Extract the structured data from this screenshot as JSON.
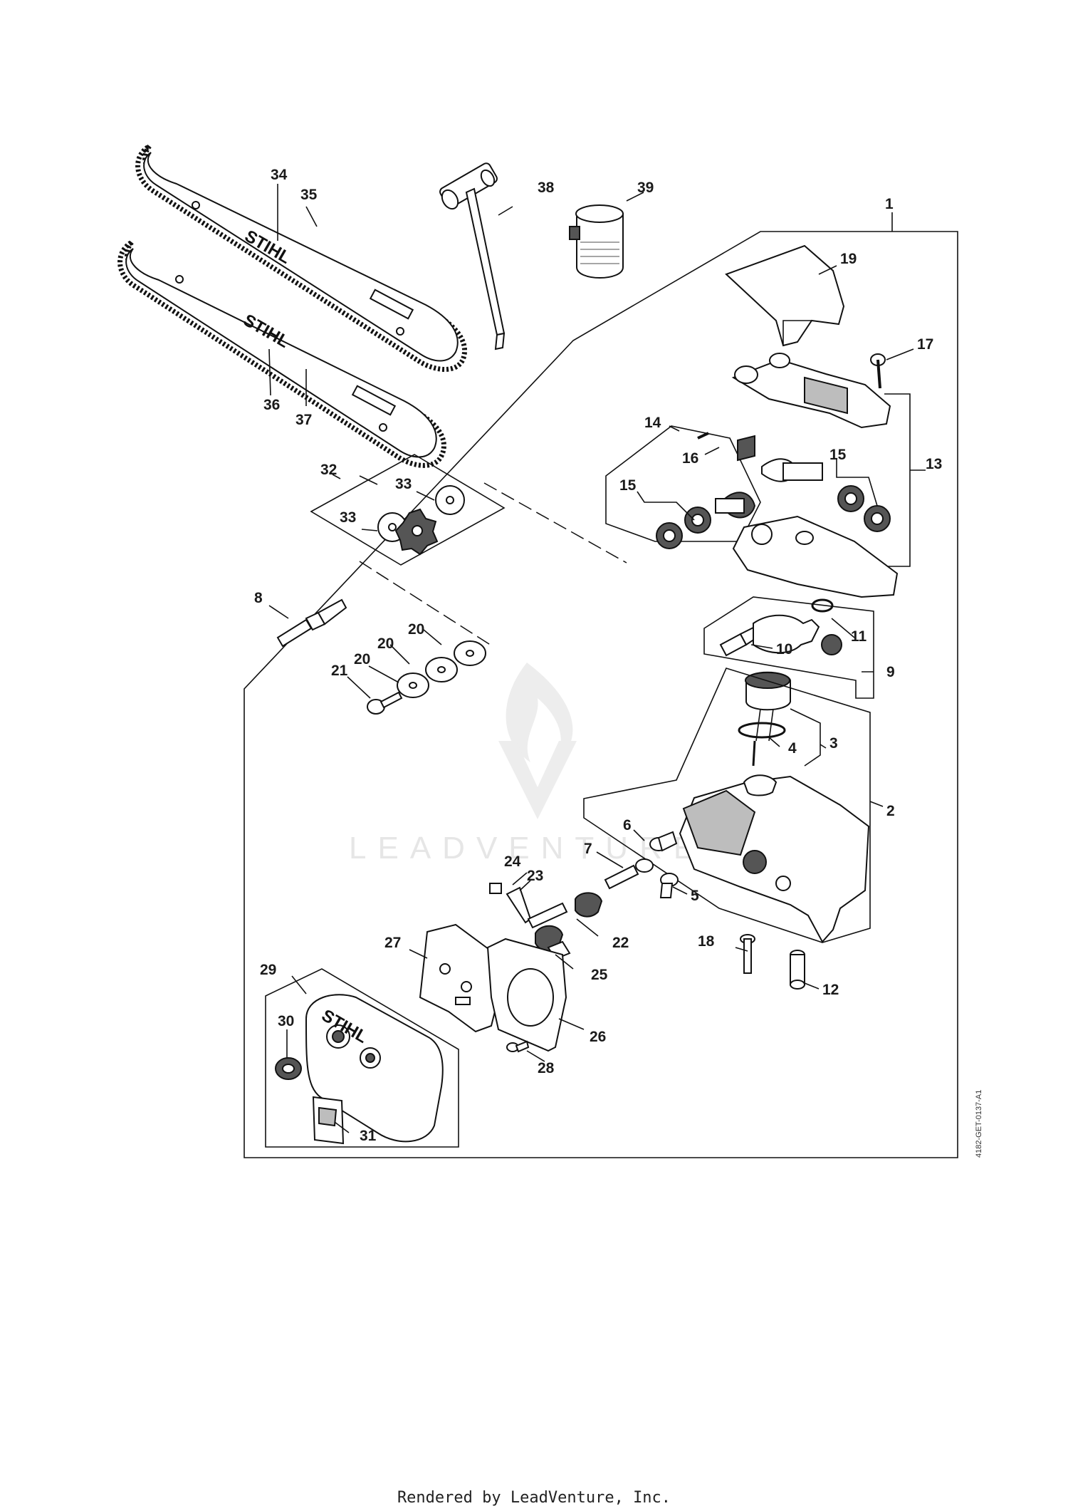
{
  "diagram": {
    "callouts": {
      "c1": "1",
      "c2": "2",
      "c3": "3",
      "c4": "4",
      "c5": "5",
      "c6": "6",
      "c7": "7",
      "c8": "8",
      "c9": "9",
      "c10": "10",
      "c11": "11",
      "c12": "12",
      "c13": "13",
      "c14": "14",
      "c15a": "15",
      "c15b": "15",
      "c16": "16",
      "c17": "17",
      "c18": "18",
      "c19": "19",
      "c20a": "20",
      "c20b": "20",
      "c20c": "20",
      "c21": "21",
      "c22": "22",
      "c23": "23",
      "c24": "24",
      "c25": "25",
      "c26": "26",
      "c27": "27",
      "c28": "28",
      "c29": "29",
      "c30": "30",
      "c31": "31",
      "c32": "32",
      "c33a": "33",
      "c33b": "33",
      "c34": "34",
      "c35": "35",
      "c36": "36",
      "c37": "37",
      "c38": "38",
      "c39": "39"
    },
    "brand_labels": {
      "bar_top": "STIHL",
      "bar_bottom": "STIHL",
      "cover": "STIHL"
    },
    "doc_ref": "4182-GET-0137-A1",
    "watermark_text": "LEADVENTURE"
  },
  "footer": {
    "text": "Rendered by LeadVenture, Inc."
  },
  "colors": {
    "line": "#111111",
    "watermark": "#e6e6e6"
  }
}
